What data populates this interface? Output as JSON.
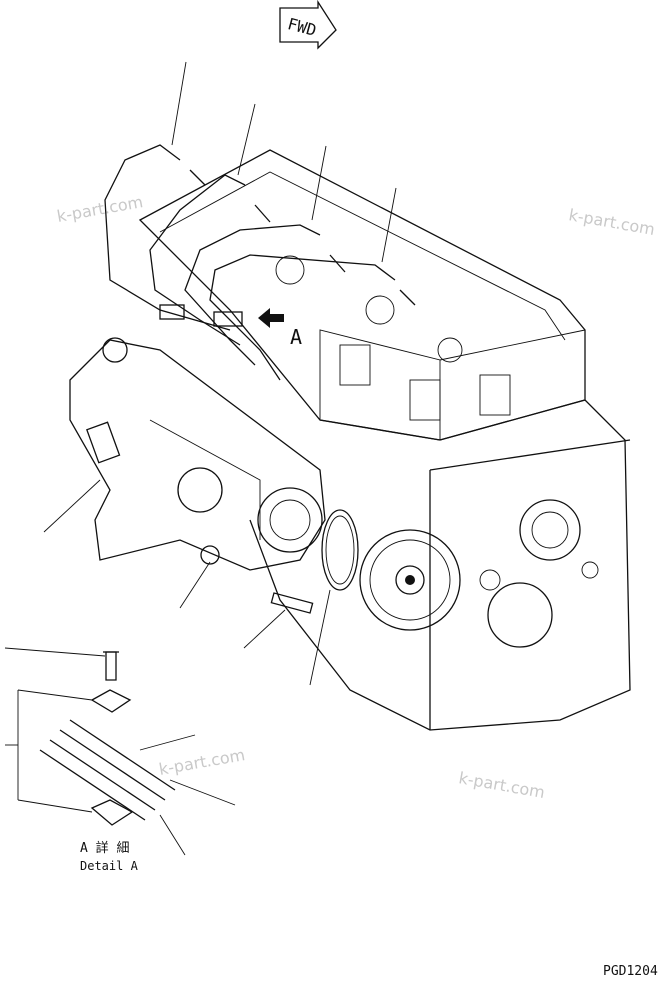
{
  "fwd_label": "FWD",
  "view_label": "A",
  "detail_label_jp": "A 詳 細",
  "detail_label_en": "Detail A",
  "drawing_code": "PGD1204",
  "watermarks": [
    "k-part.com",
    "k-part.com",
    "k-part.com",
    "k-part.com"
  ]
}
